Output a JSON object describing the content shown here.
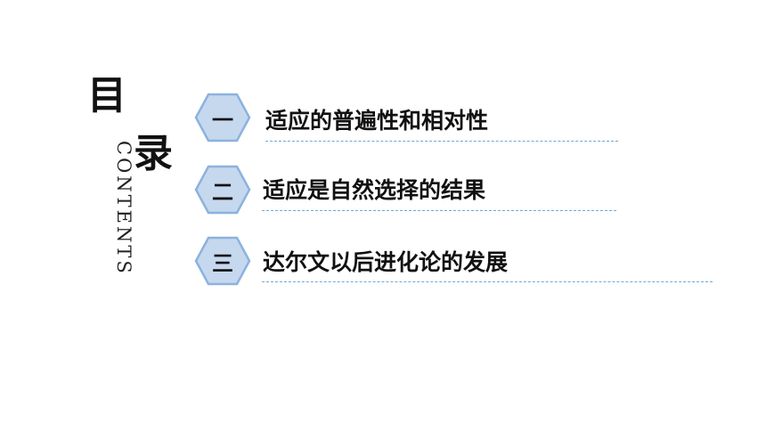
{
  "title": {
    "char1": "目",
    "char2": "录"
  },
  "contents_label": "CONTENTS",
  "colors": {
    "hex_fill": "#c5d8ee",
    "hex_stroke": "#8cb2de",
    "line": "#6fa8d6"
  },
  "items": [
    {
      "number": "一",
      "text": "适应的普遍性和相对性"
    },
    {
      "number": "二",
      "text": "适应是自然选择的结果"
    },
    {
      "number": "三",
      "text": "达尔文以后进化论的发展"
    }
  ]
}
